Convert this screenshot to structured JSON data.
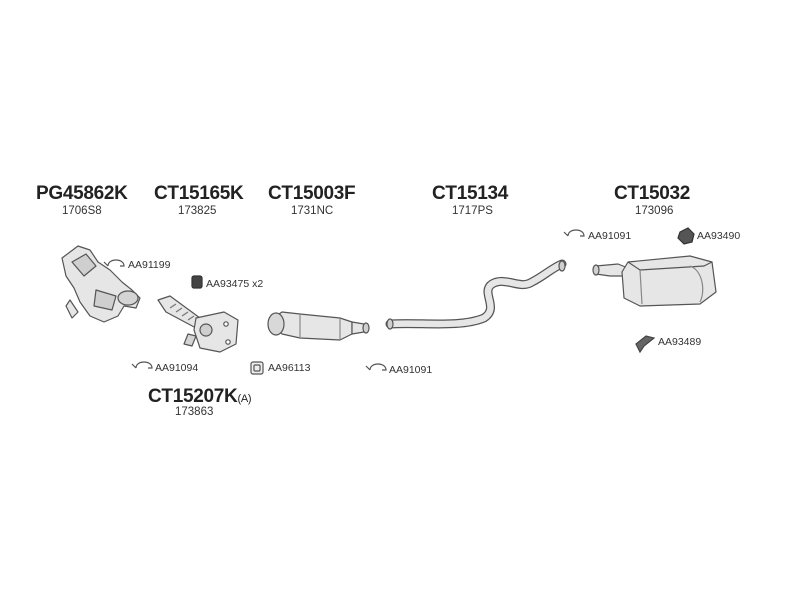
{
  "parts": {
    "pg45862k": {
      "code": "PG45862K",
      "number": "1706S8"
    },
    "ct15165k": {
      "code": "CT15165K",
      "number": "173825"
    },
    "ct15003f": {
      "code": "CT15003F",
      "number": "1731NC"
    },
    "ct15134": {
      "code": "CT15134",
      "number": "1717PS"
    },
    "ct15032": {
      "code": "CT15032",
      "number": "173096"
    },
    "ct15207k": {
      "code": "CT15207K",
      "suffix": "(A)",
      "number": "173863"
    }
  },
  "accessories": {
    "aa91199": "AA91199",
    "aa93475": "AA93475 x2",
    "aa91094": "AA91094",
    "aa96113": "AA96113",
    "aa91091_mid": "AA91091",
    "aa91091_right": "AA91091",
    "aa93490": "AA93490",
    "aa93489": "AA93489"
  },
  "colors": {
    "stroke": "#555555",
    "fill": "#e6e6e6",
    "dark": "#444444"
  }
}
